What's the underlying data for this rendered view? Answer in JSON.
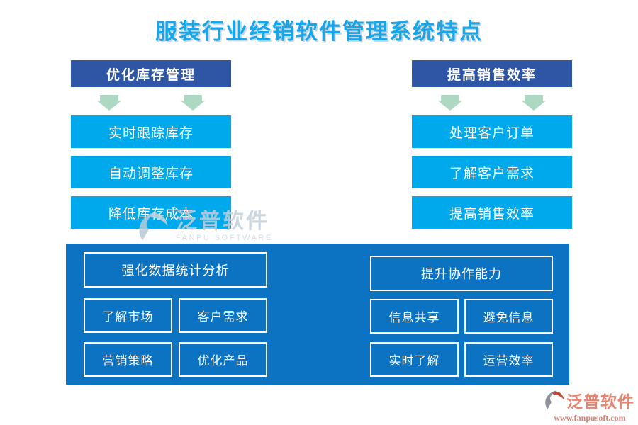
{
  "title": "服装行业经销软件管理系统特点",
  "left_section": {
    "header": "优化库存管理",
    "items": [
      "实时跟踪库存",
      "自动调整库存",
      "降低库存成本"
    ]
  },
  "right_section": {
    "header": "提高销售效率",
    "items": [
      "处理客户订单",
      "了解客户需求",
      "提高销售效率"
    ]
  },
  "bottom_panel": {
    "left_group": {
      "header": "强化数据统计分析",
      "cells": [
        "了解市场",
        "客户需求",
        "营销策略",
        "优化产品"
      ]
    },
    "right_group": {
      "header": "提升协作能力",
      "cells": [
        "信息共享",
        "避免信息",
        "实时了解",
        "运营效率"
      ]
    }
  },
  "watermark": {
    "name": "泛普软件",
    "subtitle": "FANPU SOFTWARE"
  },
  "footer_logo": {
    "name": "泛普软件",
    "url": "www.fanpusoft.com"
  },
  "colors": {
    "title_blue": "#17a6e9",
    "header_navy": "#2f55a5",
    "item_cyan": "#00a8ec",
    "panel_blue": "#0c73c3",
    "arrow_green": "#aed8c4",
    "logo_gray": "#8b909b",
    "logo_red": "#c04a36",
    "logo_text_salmon": "#e5846f",
    "watermark_gray": "#c2cfd9"
  }
}
